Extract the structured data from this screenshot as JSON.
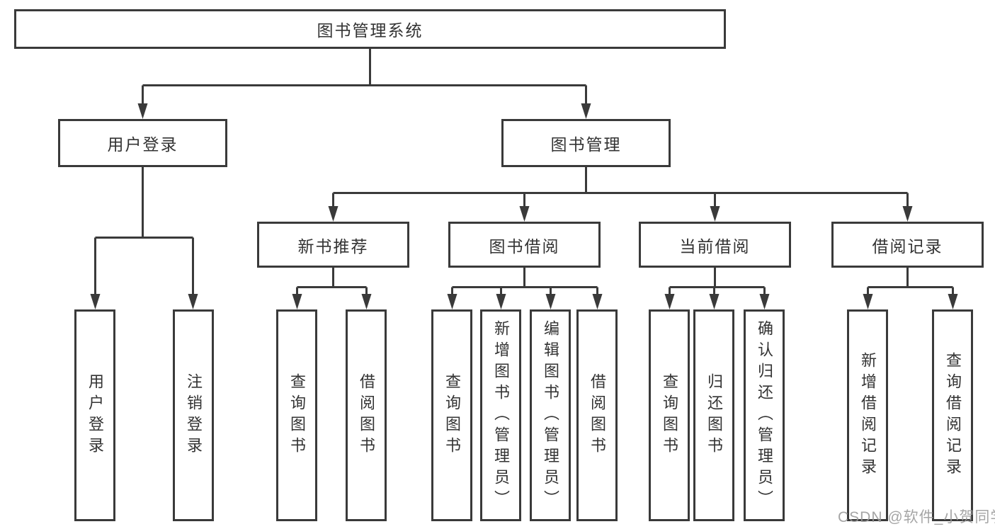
{
  "diagram": {
    "root": {
      "label": "图书管理系统"
    },
    "level2": [
      {
        "label": "用户登录"
      },
      {
        "label": "图书管理"
      }
    ],
    "level3": [
      {
        "label": "新书推荐"
      },
      {
        "label": "图书借阅"
      },
      {
        "label": "当前借阅"
      },
      {
        "label": "借阅记录"
      }
    ],
    "leaves": {
      "user_login": [
        "用户登录",
        "注销登录"
      ],
      "new_book_recommend": [
        "查询图书",
        "借阅图书"
      ],
      "book_borrowing": [
        "查询图书",
        "新增图书（管理员）",
        "编辑图书（管理员）",
        "借阅图书"
      ],
      "current_borrowing": [
        "查询图书",
        "归还图书",
        "确认归还（管理员）"
      ],
      "borrowing_records": [
        "新增借阅记录",
        "查询借阅记录"
      ]
    }
  },
  "watermark": "CSDN @软件_小贺同学",
  "colors": {
    "line": "#3a3a3a",
    "box_border": "#3a3a3a",
    "box_fill": "#ffffff",
    "text": "#333333",
    "watermark": "#999999",
    "background": "#ffffff"
  }
}
